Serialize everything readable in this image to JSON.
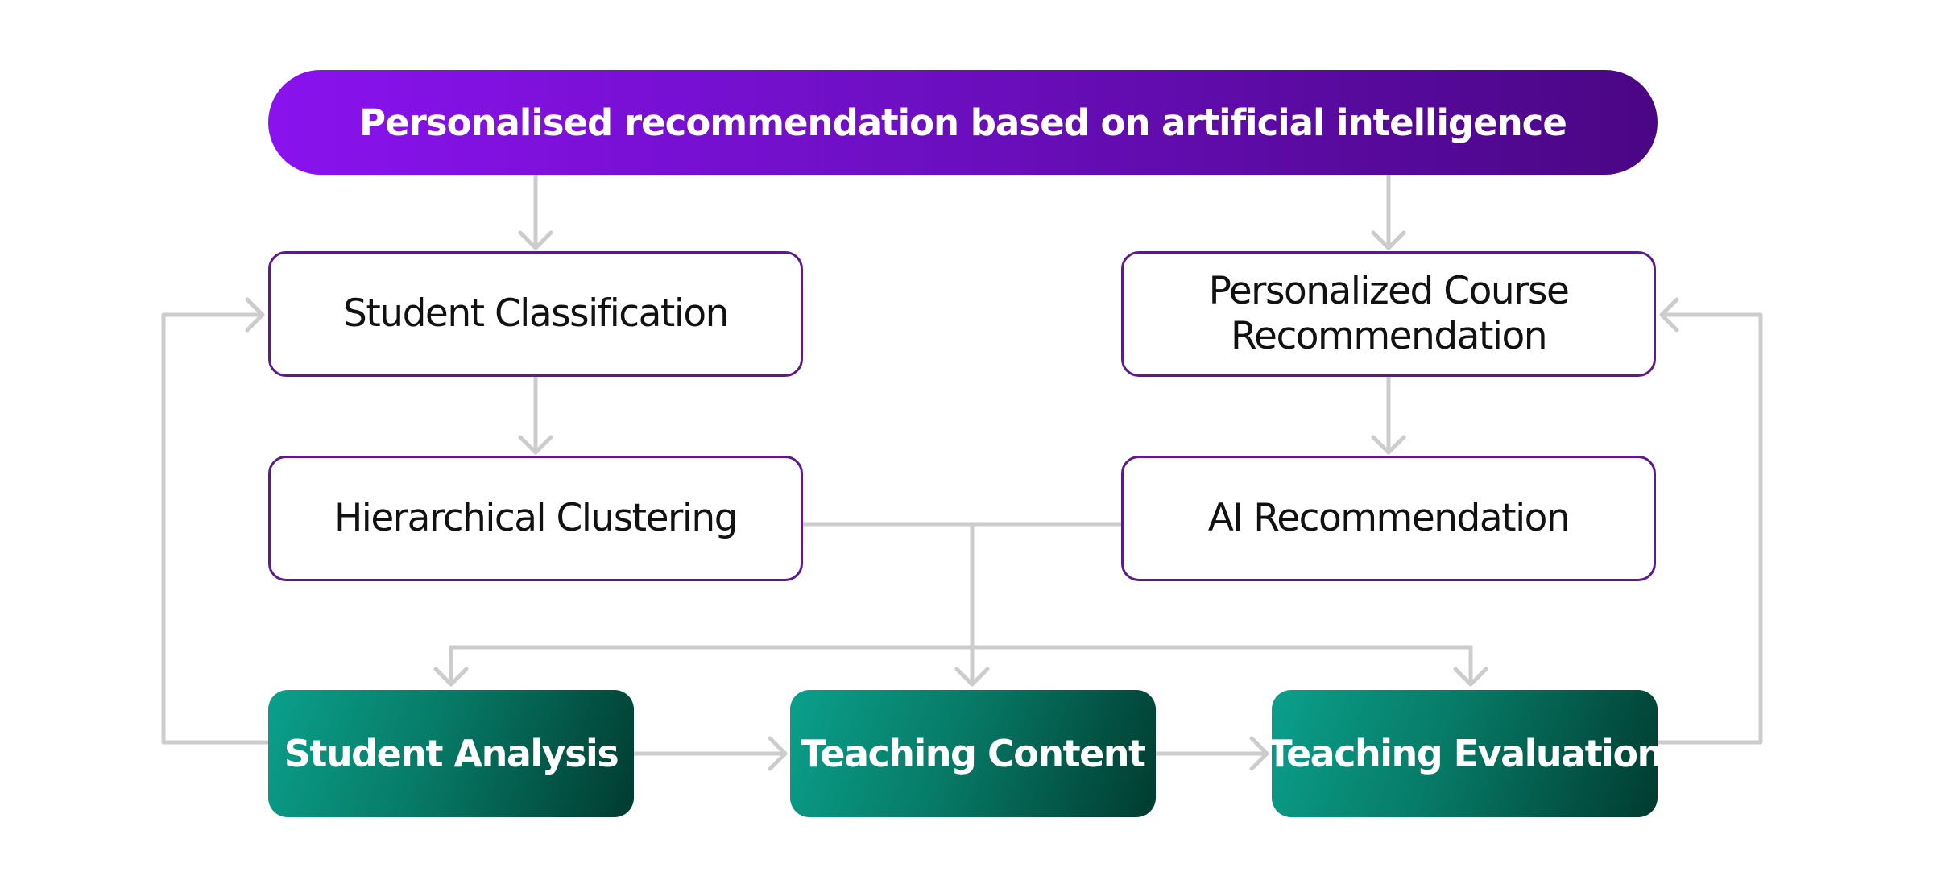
{
  "header": {
    "title": "Personalised recommendation based on artificial intelligence"
  },
  "left_column": {
    "box1": "Student Classification",
    "box2": "Hierarchical Clustering"
  },
  "right_column": {
    "box1_line1": "Personalized Course",
    "box1_line2": "Recommendation",
    "box2": "AI Recommendation"
  },
  "bottom_row": {
    "analysis": "Student Analysis",
    "content": "Teaching Content",
    "evaluation": "Teaching Evaluation"
  },
  "colors": {
    "header_start": "#8a12ee",
    "header_end": "#4a0684",
    "box_border": "#5e1a8c",
    "green_start": "#0aa08c",
    "green_end": "#003b30",
    "connector": "#cccccc"
  }
}
